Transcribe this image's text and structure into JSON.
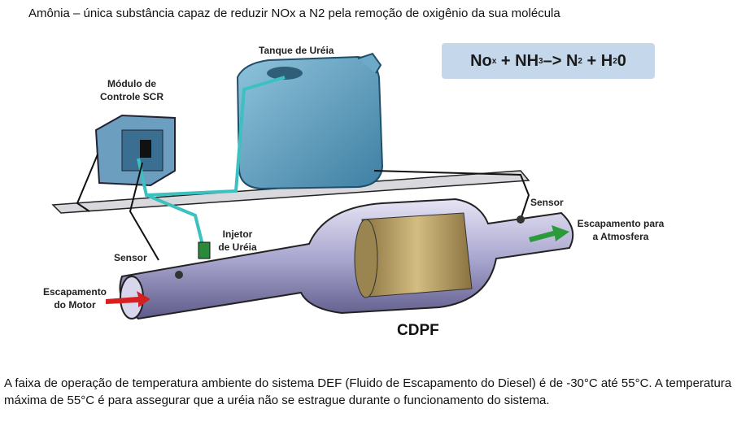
{
  "title": "Amônia – única substância capaz de reduzir NOx a N2 pela remoção de oxigênio da sua molécula",
  "formula": {
    "a": "No",
    "a_sub": "x",
    "b": " + NH",
    "b_sub": "3",
    "c": "–> N",
    "c_sub": "2",
    "d": " + H",
    "d_sub": "2",
    "e": "0"
  },
  "labels": {
    "tank": "Tanque de Uréia",
    "module_1": "Módulo de",
    "module_2": "Controle SCR",
    "sensor_right": "Sensor",
    "exhaust_out_1": "Escapamento para",
    "exhaust_out_2": "a Atmosfera",
    "injector_1": "Injetor",
    "injector_2": "de Uréia",
    "sensor_left": "Sensor",
    "exhaust_in_1": "Escapamento",
    "exhaust_in_2": "do Motor",
    "cdpf": "CDPF"
  },
  "paragraph": "A faixa de operação de temperatura ambiente do sistema DEF (Fluido de Escapamento do Diesel) é de -30°C até 55°C. A temperatura máxima de 55°C é para assegurar que a uréia não se estrague durante o funcionamento do sistema."
}
